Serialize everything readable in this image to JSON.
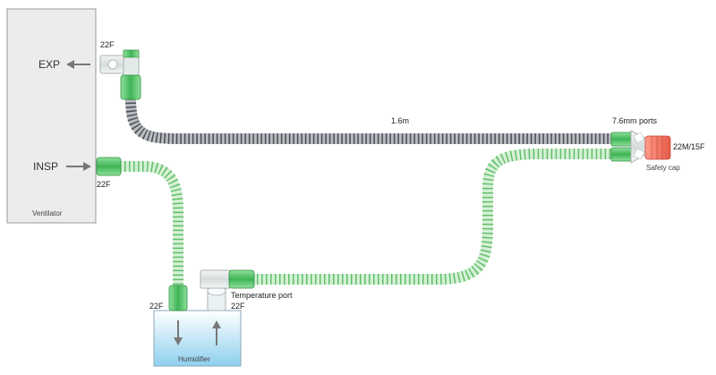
{
  "ventilator": {
    "label": "Ventilator",
    "exp_label": "EXP",
    "insp_label": "INSP"
  },
  "humidifier": {
    "label": "Humidifier"
  },
  "labels": {
    "exp_port": "22F",
    "insp_port": "22F",
    "humidifier_in": "22F",
    "humidifier_out": "22F",
    "temperature_port": "Temperature port",
    "tube_length": "1.6m",
    "ports": "7.6mm ports",
    "wye_connector": "22M/15F",
    "safety_cap": "Safety cap"
  },
  "colors": {
    "ventilator_fill": "#ececec",
    "ventilator_border": "#9a9a9a",
    "humidifier_top": "#ffffff",
    "humidifier_bottom": "#8ed0ef",
    "exp_tube": "#b9bcc0",
    "exp_tube_dark": "#4a4e55",
    "insp_tube": "#d6f0d6",
    "insp_tube_dark": "#5fbf6a",
    "cuff_green": "#55c46a",
    "cuff_dark": "#2f8f3f",
    "safety_cap": "#f47f6e",
    "arrow": "#777777"
  }
}
